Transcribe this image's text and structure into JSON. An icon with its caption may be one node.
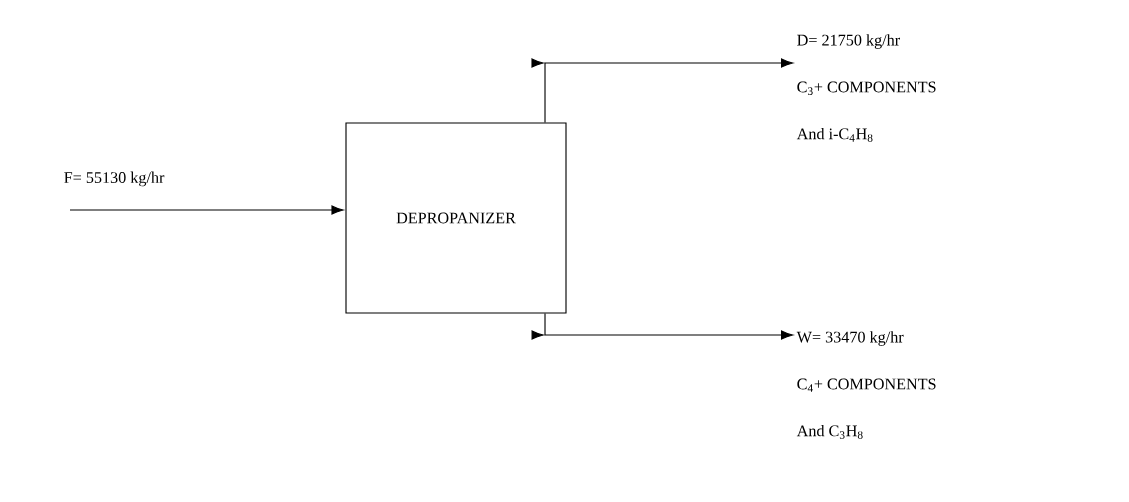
{
  "diagram": {
    "nodes": [
      {
        "text": [
          "DEPROPANIZER"
        ]
      },
      {
        "text": [
          "D=  21750 kg/hr",
          "C$_{3}$+ COMPONENTS",
          "And i-C$_{4}$H$_{8}$"
        ]
      },
      {
        "text": [
          "W=  33470 kg/hr",
          "C$_{4}$+ COMPONENTS",
          "And C$_{3}$H$_{8}$"
        ]
      }
    ],
    "edges": [
      {
        "from": null,
        "to": 0,
        "arrow": "to",
        "label": "F=  55130 kg/hr"
      },
      {
        "from": 0,
        "to": 1,
        "arrow": "to"
      },
      {
        "from": 0,
        "to": 2,
        "arrow": "to"
      }
    ]
  }
}
